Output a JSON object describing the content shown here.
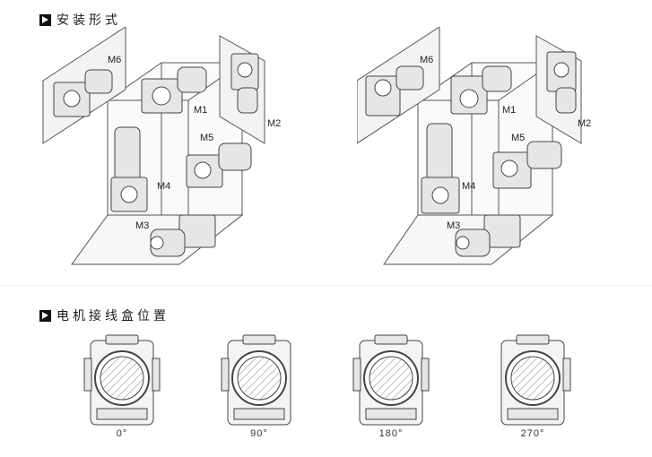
{
  "sections": {
    "mounting": {
      "title": "安装形式"
    },
    "terminal": {
      "title": "电机接线盒位置"
    }
  },
  "mounting_labels": [
    "M1",
    "M2",
    "M3",
    "M4",
    "M5",
    "M6"
  ],
  "terminal_positions": [
    "0°",
    "90°",
    "180°",
    "270°"
  ],
  "colors": {
    "line": "#555555",
    "panel": "#f3f3f3",
    "body": "#e6e6e6",
    "hatch": "#777777"
  }
}
